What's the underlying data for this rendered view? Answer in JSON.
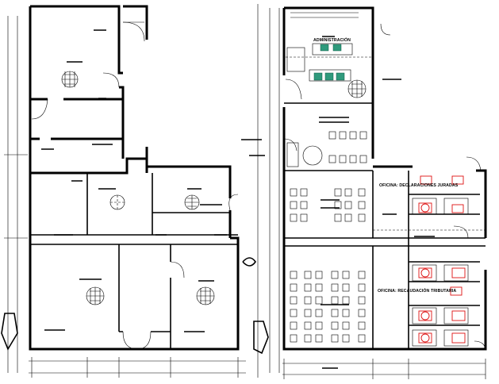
{
  "labels": {
    "administracion": "ADMINISTRACIÓN",
    "oficina_declaraciones": "OFICINA: DECLARACIONES JURADAS",
    "oficina_recaudacion": "OFICINA: RECAUDACIÓN TRIBUTARIA"
  },
  "colors": {
    "wall": "#000000",
    "furniture_accent": "#2f9a7c",
    "chair_red": "#d11111",
    "background": "#ffffff"
  },
  "symbols": {
    "skylight": "circular-grid-skylight",
    "door": "swing-door-arc",
    "desk": "office-desk-with-chair"
  }
}
